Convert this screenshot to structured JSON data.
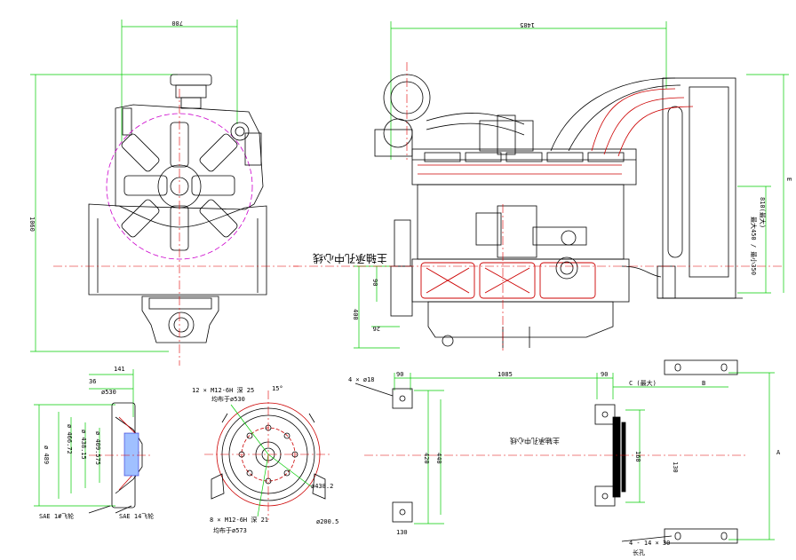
{
  "drawing": {
    "center_label_main": "主轴承孔中心线",
    "center_label_lower": "主轴承孔中心线",
    "colors": {
      "dim": "#00cc00",
      "center": "#e00000",
      "outline": "#000000",
      "fan": "#cc00cc",
      "pipe": "#cc0000"
    }
  },
  "front_view": {
    "width_dim": "780",
    "height_dim": "1060"
  },
  "side_view": {
    "length_dim": "1485",
    "height_dim_a": "400",
    "height_dim_b": "90",
    "height_dim_c": "26",
    "right_dim_a": "810(最大)",
    "right_dim_b": "E",
    "right_dim_c": "最大450 / 最小350"
  },
  "flywheel_housing": {
    "top_dim_a": "141",
    "top_dim_b": "36",
    "top_dim_c": "ø530",
    "v_dim_a": "ø 409.575",
    "v_dim_b": "ø 438.15",
    "v_dim_c": "ø 466.72",
    "v_dim_d": "ø 489",
    "note_left": "SAE 1#飞轮",
    "note_right": "SAE 14飞轮"
  },
  "flywheel": {
    "top_note_a": "12 × M12-6H 深 25",
    "top_note_b": "均布于ø530",
    "angle": "15°",
    "bot_note_a": "8 × M12-6H 深 21",
    "bot_note_b": "均布于ø573",
    "dia_a": "ø438.2",
    "dia_b": "ø200.5"
  },
  "mounting": {
    "hole_note": "4 × ø18",
    "dim_a": "90",
    "dim_b": "1085",
    "dim_c": "90",
    "dim_d": "C (最大)",
    "dim_e": "B",
    "dim_f": "A",
    "dim_g": "420",
    "dim_h": "440",
    "dim_i": "130",
    "dim_j": "160",
    "dim_k": "130",
    "hole_note_b": "4 - 14 × 30",
    "hole_note_c": "长孔"
  }
}
